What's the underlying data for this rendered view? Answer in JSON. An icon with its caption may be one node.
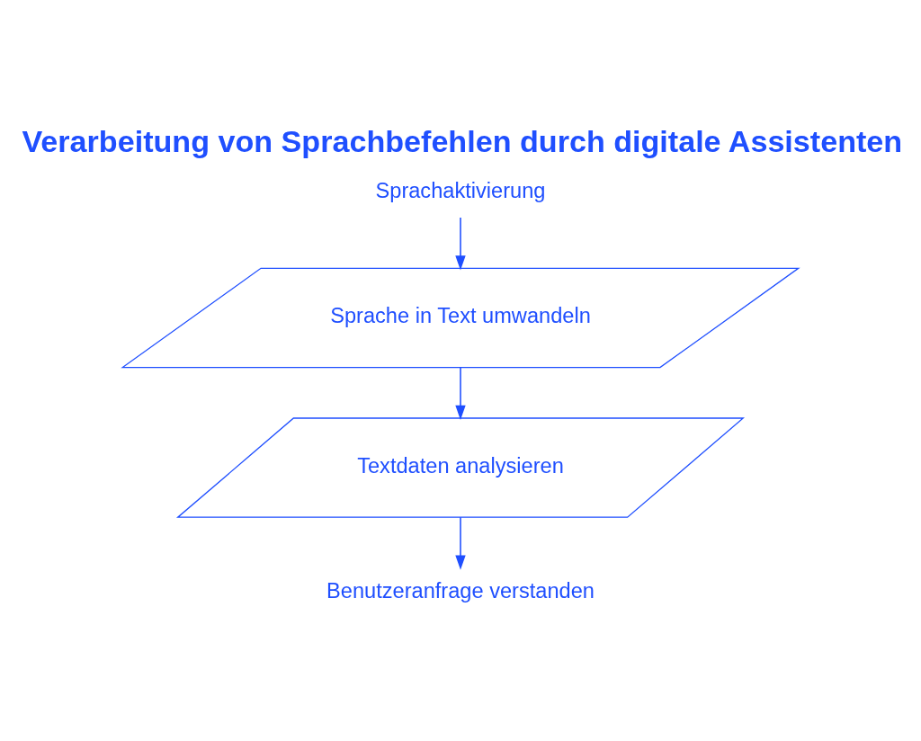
{
  "diagram": {
    "title": "Verarbeitung von Sprachbefehlen durch digitale Assistenten",
    "nodes": [
      {
        "text": [
          "Sprachaktivierung"
        ]
      },
      {
        "text": [
          "Sprache in Text umwandeln"
        ]
      },
      {
        "text": [
          "Textdaten analysieren"
        ]
      },
      {
        "text": [
          "Benutzeranfrage verstanden"
        ]
      }
    ],
    "edges": [
      {
        "from": 0,
        "to": 1,
        "arrow": "to"
      },
      {
        "from": 1,
        "to": 2,
        "arrow": "to"
      },
      {
        "from": 2,
        "to": 3,
        "arrow": "to"
      }
    ]
  }
}
